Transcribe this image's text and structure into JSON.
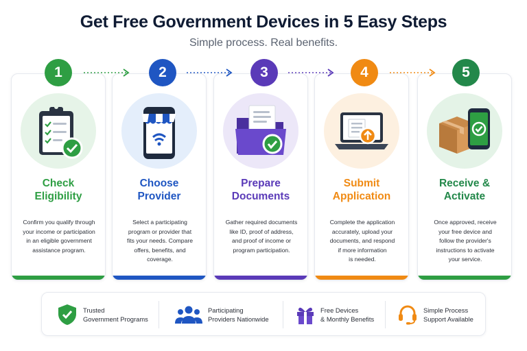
{
  "header": {
    "title": "Get Free Government Devices in 5 Easy Steps",
    "subtitle": "Simple process. Real benefits."
  },
  "steps": [
    {
      "number": "1",
      "title_line1": "Check",
      "title_line2": "Eligibility",
      "desc_line1": "Confirm you qualify through",
      "desc_line2": "your income or participation",
      "desc_line3": "in an eligible government",
      "desc_line4": "assistance program.",
      "desc_line5": "",
      "color": "#2e9e43",
      "icon": "clipboard-checklist-icon"
    },
    {
      "number": "2",
      "title_line1": "Choose",
      "title_line2": "Provider",
      "desc_line1": "Select a participating",
      "desc_line2": "program or provider that",
      "desc_line3": "fits your needs. Compare",
      "desc_line4": "offers, benefits, and",
      "desc_line5": "coverage.",
      "color": "#1f56c2",
      "icon": "phone-store-icon"
    },
    {
      "number": "3",
      "title_line1": "Prepare",
      "title_line2": "Documents",
      "desc_line1": "Gather required documents",
      "desc_line2": "like ID, proof of address,",
      "desc_line3": "and proof of income or",
      "desc_line4": "program participation.",
      "desc_line5": "",
      "color": "#5a3ab8",
      "icon": "folder-documents-icon"
    },
    {
      "number": "4",
      "title_line1": "Submit",
      "title_line2": "Application",
      "desc_line1": "Complete the application",
      "desc_line2": "accurately, upload your",
      "desc_line3": "documents, and respond",
      "desc_line4": "if more information",
      "desc_line5": "is needed.",
      "color": "#f08a13",
      "icon": "laptop-upload-icon"
    },
    {
      "number": "5",
      "title_line1": "Receive &",
      "title_line2": "Activate",
      "desc_line1": "Once approved, receive",
      "desc_line2": "your free device and",
      "desc_line3": "follow the provider's",
      "desc_line4": "instructions to activate",
      "desc_line5": "your service.",
      "color": "#23884a",
      "icon": "box-phone-icon"
    }
  ],
  "features": [
    {
      "line1": "Trusted",
      "line2": "Government Programs",
      "icon": "shield-check-icon",
      "color": "#2e9e43"
    },
    {
      "line1": "Participating",
      "line2": "Providers Nationwide",
      "icon": "people-group-icon",
      "color": "#1f56c2"
    },
    {
      "line1": "Free Devices",
      "line2": "& Monthly Benefits",
      "icon": "gift-icon",
      "color": "#5a3ab8"
    },
    {
      "line1": "Simple Process",
      "line2": "Support Available",
      "icon": "headset-icon",
      "color": "#f08a13"
    }
  ]
}
